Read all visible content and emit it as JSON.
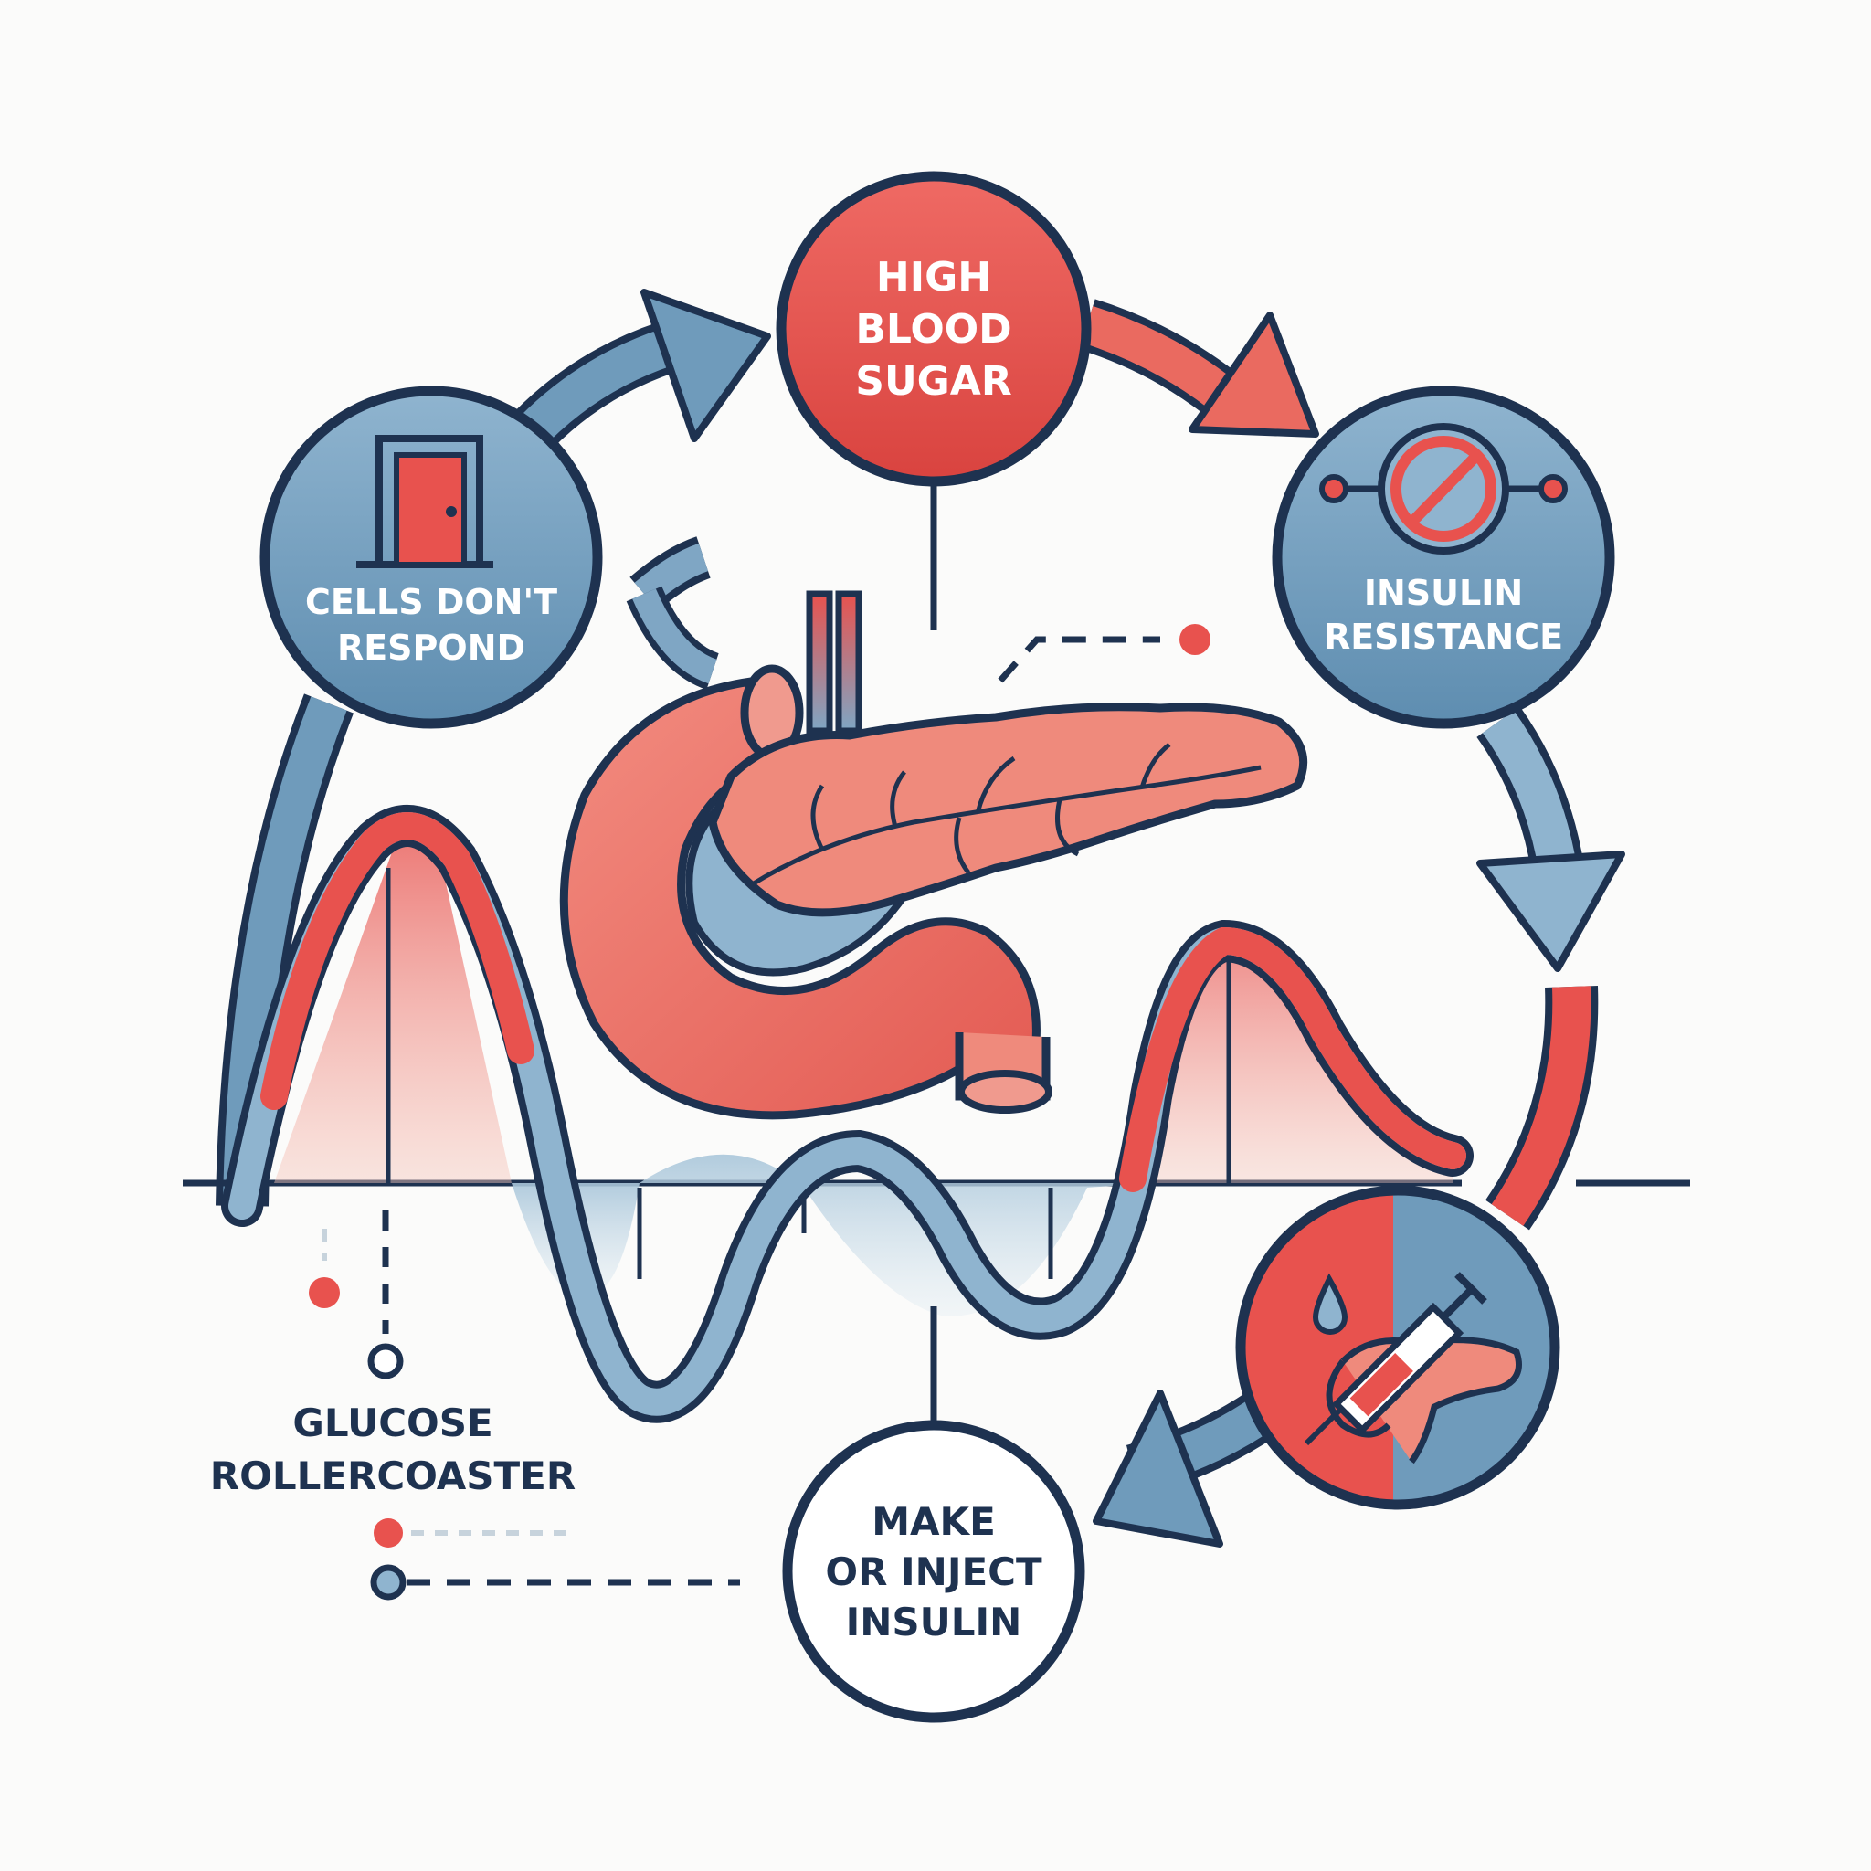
{
  "nodes": {
    "high_blood_sugar": [
      "HIGH",
      "BLOOD",
      "SUGAR"
    ],
    "insulin_resistance": [
      "INSULIN",
      "RESISTANCE"
    ],
    "cells_dont_respond": [
      "CELLS DON'T",
      "RESPOND"
    ],
    "make_or_inject_insulin": [
      "MAKE",
      "OR INJECT",
      "INSULIN"
    ]
  },
  "legend": {
    "glucose_rollercoaster": [
      "GLUCOSE",
      "ROLLERCOASTER"
    ]
  },
  "colors": {
    "red": "#e8524e",
    "blue": "#5f8fb2",
    "navy": "#1e3250",
    "pancreas": "#ef8a7c"
  },
  "icons": [
    "door-icon",
    "no-symbol-icon",
    "syringe-icon",
    "drop-icon",
    "pancreas-icon"
  ]
}
